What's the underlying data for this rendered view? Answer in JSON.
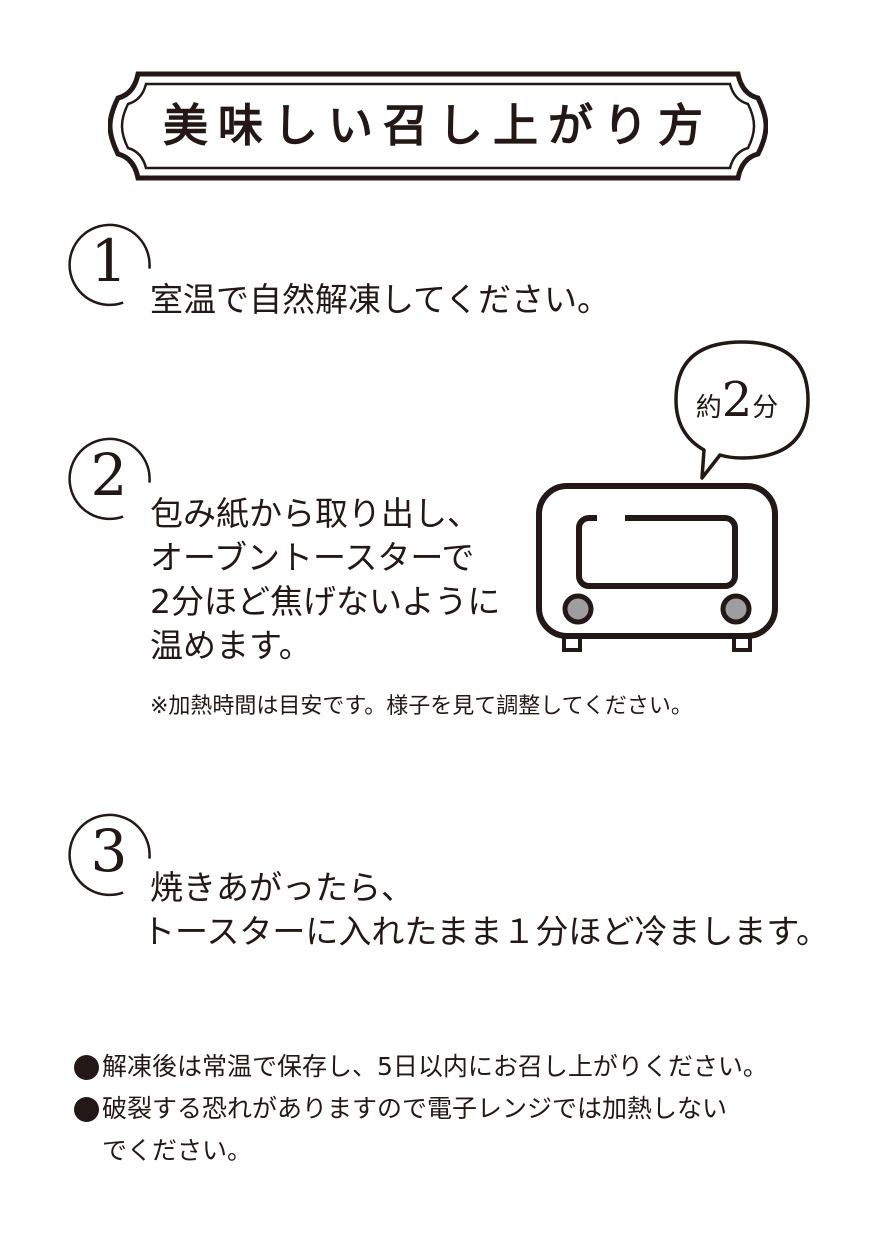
{
  "title": "美味しい召し上がり方",
  "steps": [
    {
      "number": "1",
      "lines": [
        "室温で自然解凍してください。"
      ]
    },
    {
      "number": "2",
      "lines": [
        "包み紙から取り出し、",
        "オーブントースターで",
        "2分ほど焦げないように",
        "温めます。"
      ],
      "note": "※加熱時間は目安です。様子を見て調整してください。"
    },
    {
      "number": "3",
      "lines": [
        "焼きあがったら、",
        "トースターに入れたまま１分ほど冷まします。"
      ]
    }
  ],
  "bubble": {
    "prefix": "約",
    "value": "2",
    "suffix": "分"
  },
  "notes": [
    {
      "lines": [
        "解凍後は常温で保存し、5日以内にお召し上がりください。"
      ]
    },
    {
      "lines": [
        "破裂する恐れがありますので電子レンジでは加熱しない",
        "でください。"
      ]
    }
  ],
  "icons": {
    "title_frame": "ornate-banner-frame",
    "step_marker": "open-circle-number-icon",
    "bubble": "speech-bubble-icon",
    "appliance": "toaster-oven-icon",
    "bullet": "filled-circle-bullet-icon"
  },
  "colors": {
    "ink": "#231815",
    "knob": "#9e9e9f",
    "background": "#ffffff"
  }
}
